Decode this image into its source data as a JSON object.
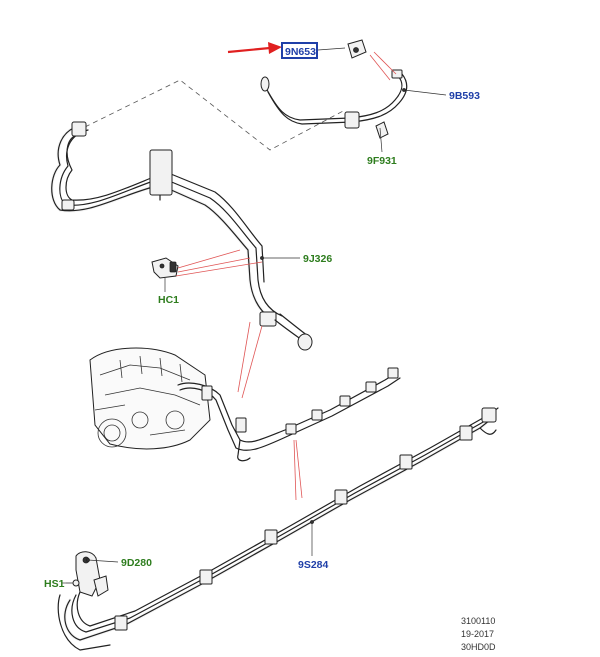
{
  "callouts": {
    "p9N653": "9N653",
    "p9B593": "9B593",
    "p9F931": "9F931",
    "pHC1": "HC1",
    "p9J326": "9J326",
    "p9D280": "9D280",
    "pHS1": "HS1",
    "p9S284": "9S284"
  },
  "footer": {
    "line1": "3100110",
    "line2": "19-2017",
    "line3": "30HD0D"
  },
  "colors": {
    "highlight_box": "#1f3fa8",
    "pointer_arrow": "#e02020",
    "callout_blue": "#1f3fa8",
    "callout_green": "#2e7d1e",
    "leader_red": "#e05555"
  }
}
